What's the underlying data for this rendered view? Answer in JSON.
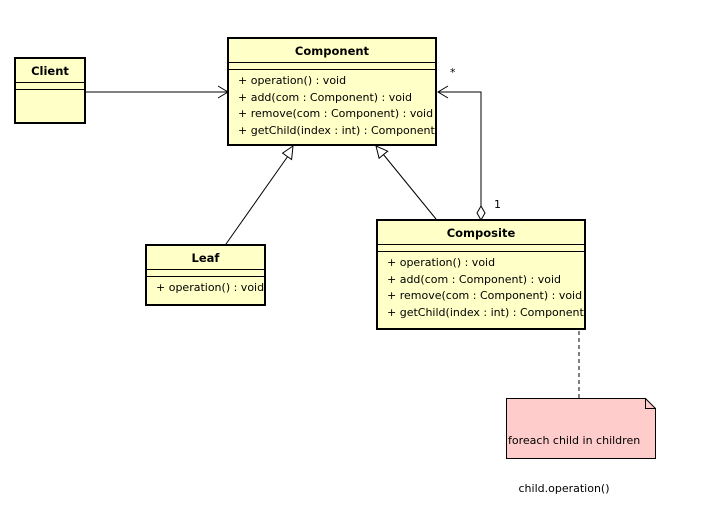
{
  "classes": {
    "component": {
      "name": "Component",
      "operations": [
        "+ operation() : void",
        "+ add(com : Component) : void",
        "+ remove(com : Component) : void",
        "+ getChild(index : int) : Component"
      ]
    },
    "client": {
      "name": "Client",
      "operations": []
    },
    "leaf": {
      "name": "Leaf",
      "operations": [
        "+ operation() : void"
      ]
    },
    "composite": {
      "name": "Composite",
      "operations": [
        "+ operation() : void",
        "+ add(com : Component) : void",
        "+ remove(com : Component) : void",
        "+ getChild(index : int) : Component"
      ]
    }
  },
  "multiplicities": {
    "component_end": "*",
    "composite_end": "1"
  },
  "note": {
    "lines": [
      "foreach child in children",
      "   child.operation()"
    ]
  },
  "colors": {
    "class_fill": "#ffffc8",
    "note_fill": "#ffcccc",
    "line": "#000000"
  }
}
